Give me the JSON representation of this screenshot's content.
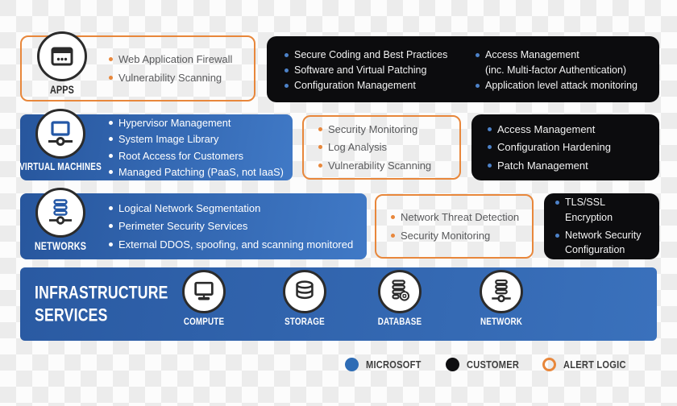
{
  "rows": {
    "apps": {
      "label": "APPS",
      "icon": "browser-window-icon",
      "alert_items": [
        "Web Application Firewall",
        "Vulnerability Scanning"
      ],
      "customer_col1": [
        "Secure Coding and Best Practices",
        "Software and Virtual Patching",
        "Configuration Management"
      ],
      "customer_col2": [
        "Access Management",
        "(inc. Multi-factor Authentication)",
        "Application level attack monitoring"
      ]
    },
    "virtual_machines": {
      "label": "VIRTUAL MACHINES",
      "icon": "monitor-node-icon",
      "microsoft_items": [
        "Hypervisor Management",
        "System Image Library",
        "Root Access for Customers",
        "Managed Patching (PaaS, not IaaS)"
      ],
      "alert_items": [
        "Security Monitoring",
        "Log Analysis",
        "Vulnerability Scanning"
      ],
      "customer_items": [
        "Access Management",
        "Configuration Hardening",
        "Patch Management"
      ]
    },
    "networks": {
      "label": "NETWORKS",
      "icon": "server-stack-node-icon",
      "microsoft_items": [
        "Logical Network Segmentation",
        "Perimeter Security Services",
        "External DDOS, spoofing, and scanning monitored"
      ],
      "alert_items": [
        "Network Threat Detection",
        "Security Monitoring"
      ],
      "customer_items": [
        "TLS/SSL Encryption",
        "Network Security Configuration"
      ]
    },
    "infrastructure": {
      "title_line1": "INFRASTRUCTURE",
      "title_line2": "SERVICES",
      "services": [
        {
          "label": "COMPUTE",
          "icon": "monitor-stand-icon"
        },
        {
          "label": "STORAGE",
          "icon": "database-cylinder-icon"
        },
        {
          "label": "DATABASE",
          "icon": "server-stack-badge-icon"
        },
        {
          "label": "NETWORK",
          "icon": "server-stack-node-icon"
        }
      ]
    }
  },
  "legend": {
    "microsoft": "MICROSOFT",
    "customer": "CUSTOMER",
    "alert_logic": "ALERT LOGIC"
  },
  "colors": {
    "microsoft_blue": "#2e6cb5",
    "customer_black": "#0d0d0f",
    "alert_logic_orange": "#e8873b",
    "panel_blue_dark": "#27569d",
    "panel_blue_light": "#4079c6",
    "bullet_blue": "#4d82c8",
    "body_text_gray": "#58595b"
  }
}
